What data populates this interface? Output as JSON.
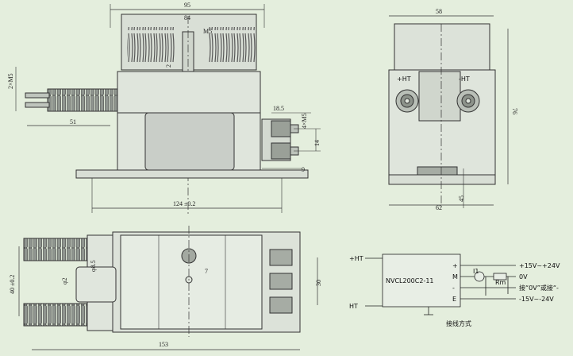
{
  "dimensions": {
    "front_width": "95",
    "heatsink_width": "84",
    "thread_m5": "M5",
    "small_2": "2",
    "thread_2xm5": "2×M5",
    "lead_51": "51",
    "term_18_5": "18.5",
    "term_4xm5": "4×M5",
    "term_14": "14",
    "term_9": "9",
    "base_124": "124 ±0.2",
    "side_58": "58",
    "side_height": "76",
    "side_45": "45",
    "side_base": "62",
    "top_40": "40 ±0.2",
    "top_hole": "φ8.5",
    "top_hole2": "φ2",
    "top_30": "30",
    "top_153": "153",
    "top_7": "7"
  },
  "side_labels": {
    "left": "+HT",
    "right": "-HT"
  },
  "wiring": {
    "input_pos": "+HT",
    "input_neg": "HT",
    "model": "NVCL200C2-11",
    "pin_plus": "+",
    "pin_m": "M",
    "pin_minus": "-",
    "pin_e": "E",
    "meter_i": "I1",
    "rm": "Rm",
    "supply_pos": "+15V~+24V",
    "out_0v": "0V",
    "ground_note": "接“0V”或接“-",
    "supply_neg": "-15V~-24V",
    "caption": "接线方式"
  },
  "colors": {
    "background": "#e4eedd",
    "line": "#333333",
    "fill": "#c6cbc5"
  }
}
